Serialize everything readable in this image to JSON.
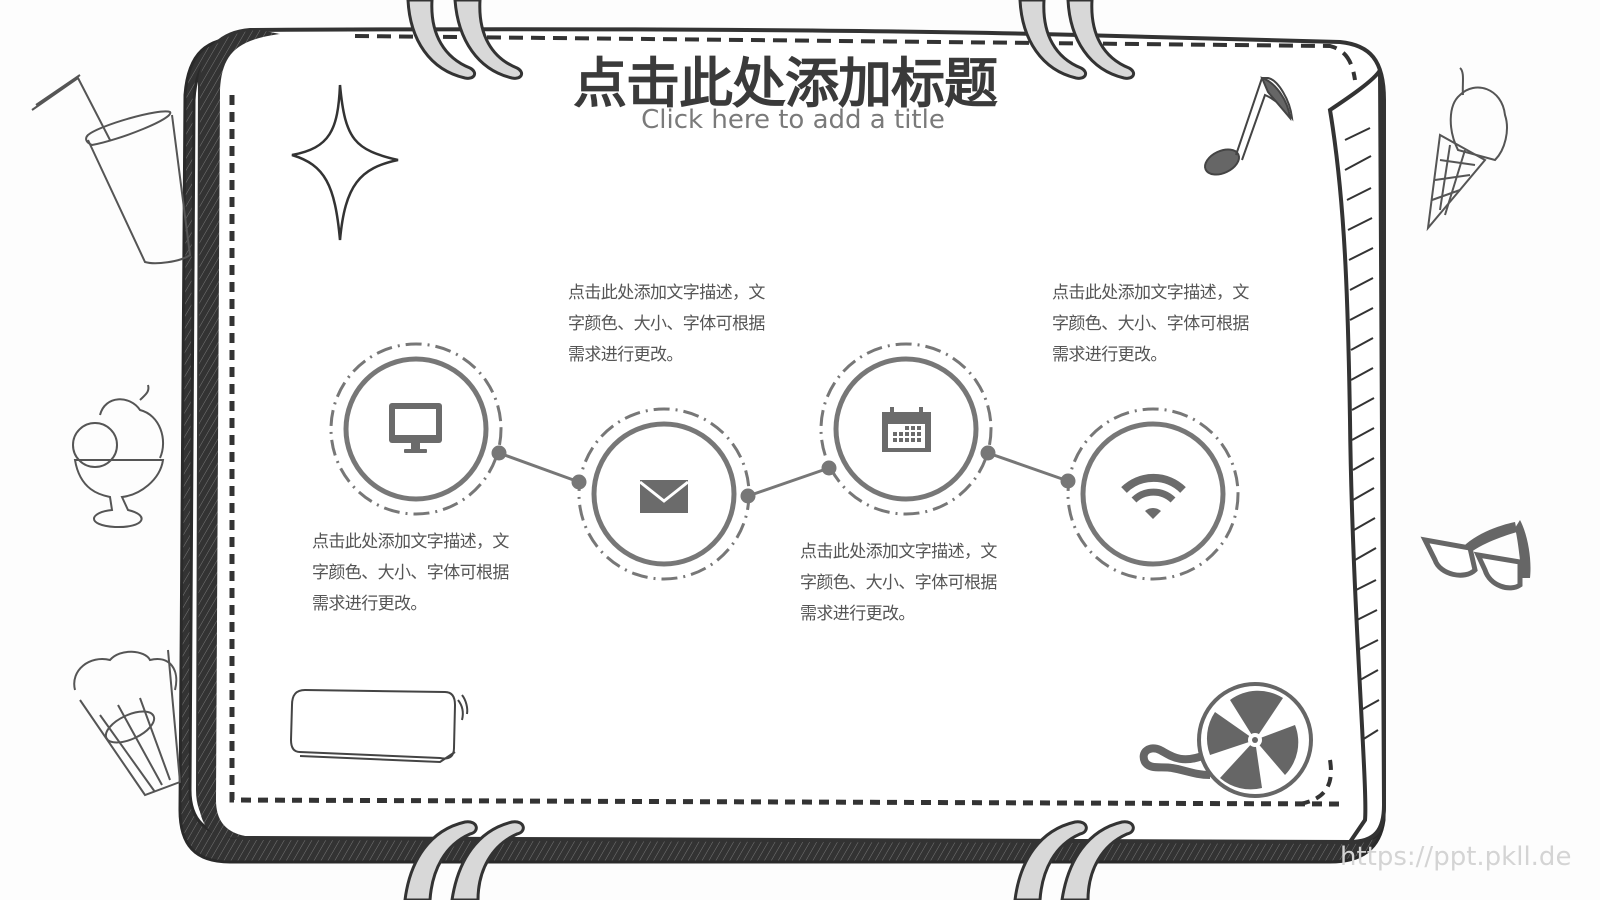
{
  "slide": {
    "title": "点击此处添加标题",
    "subtitle": "Click here to add a title",
    "watermark": "https://ppt.pkll.de"
  },
  "timeline": {
    "nodes": [
      {
        "icon": "monitor-icon",
        "position": "high"
      },
      {
        "icon": "mail-icon",
        "position": "low"
      },
      {
        "icon": "calendar-icon",
        "position": "high"
      },
      {
        "icon": "wifi-icon",
        "position": "low"
      }
    ],
    "descriptions": [
      {
        "line1": "点击此处添加文字描述，文",
        "line2": "字颜色、大小、字体可根据",
        "line3": "需求进行更改。"
      },
      {
        "line1": "点击此处添加文字描述，文",
        "line2": "字颜色、大小、字体可根据",
        "line3": "需求进行更改。"
      },
      {
        "line1": "点击此处添加文字描述，文",
        "line2": "字颜色、大小、字体可根据",
        "line3": "需求进行更改。"
      },
      {
        "line1": "点击此处添加文字描述，文",
        "line2": "字颜色、大小、字体可根据",
        "line3": "需求进行更改。"
      }
    ]
  },
  "decorations": [
    "drink-cup-icon",
    "sundae-icon",
    "popcorn-icon",
    "sparkle-icon",
    "music-note-icon",
    "ice-cream-cone-icon",
    "glasses-icon",
    "film-reel-icon",
    "blank-label-box"
  ],
  "colors": {
    "frame": "#3a3a3a",
    "icon_gray": "#6b6b6b",
    "ring_gray": "#777777",
    "text": "#555555",
    "rings_fill": "#dcdcdc"
  }
}
